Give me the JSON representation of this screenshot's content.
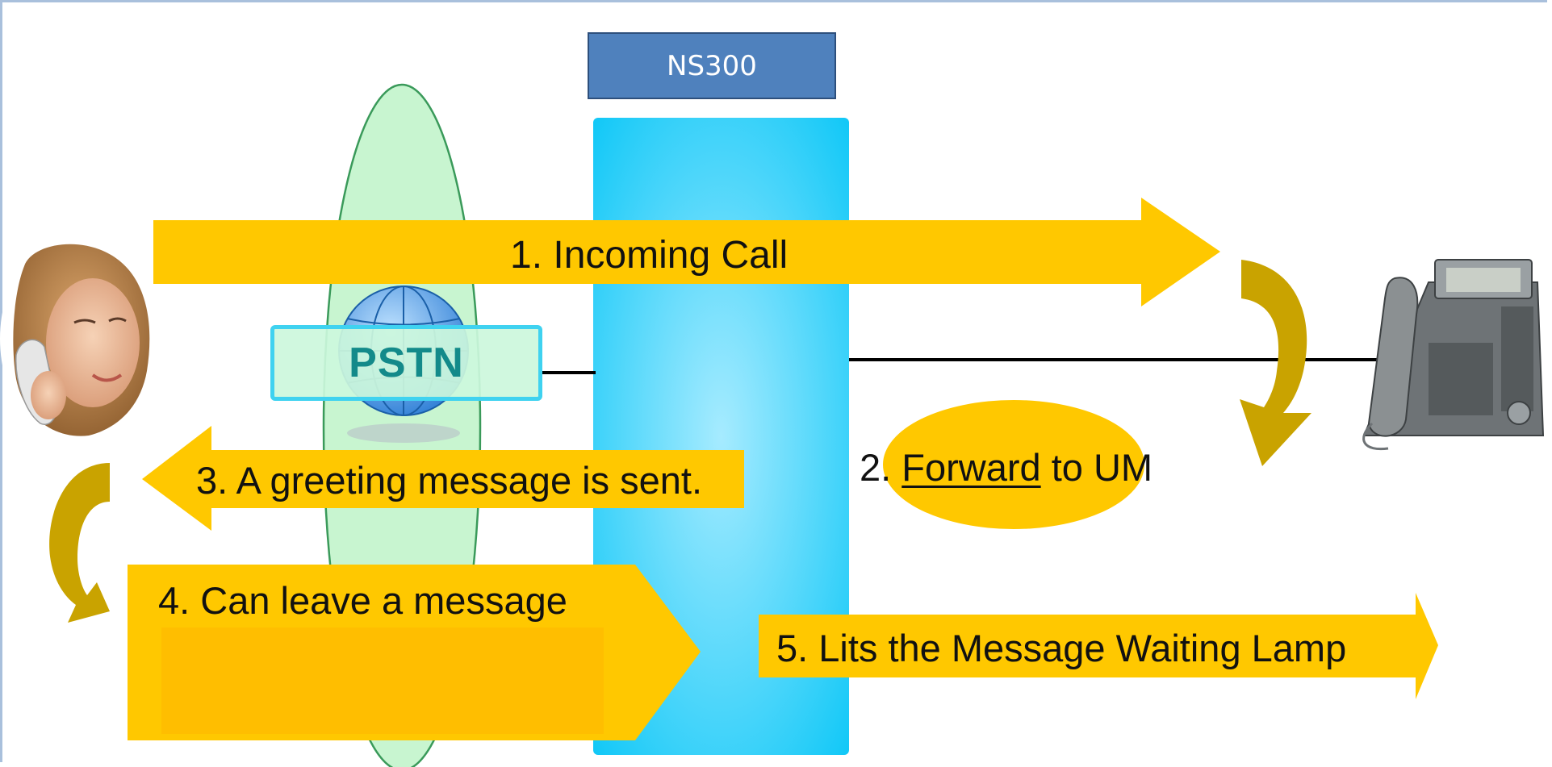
{
  "diagram": {
    "server_label": "NS300",
    "network_label": "PSTN",
    "steps": {
      "incoming": "1.  Incoming Call",
      "forward_num": "2. ",
      "forward_word": "Forward",
      "forward_rest": " to UM",
      "greeting": "3. A greeting message is sent.",
      "leave": "4.  Can leave a message",
      "lamp": "5.  Lits the Message Waiting Lamp"
    }
  },
  "colors": {
    "arrow": "#ffc800",
    "curved_arrow": "#c9a300",
    "server": "#1ec8f5",
    "server_label_bg": "#4f81bd",
    "network": "#c8f5d0"
  }
}
